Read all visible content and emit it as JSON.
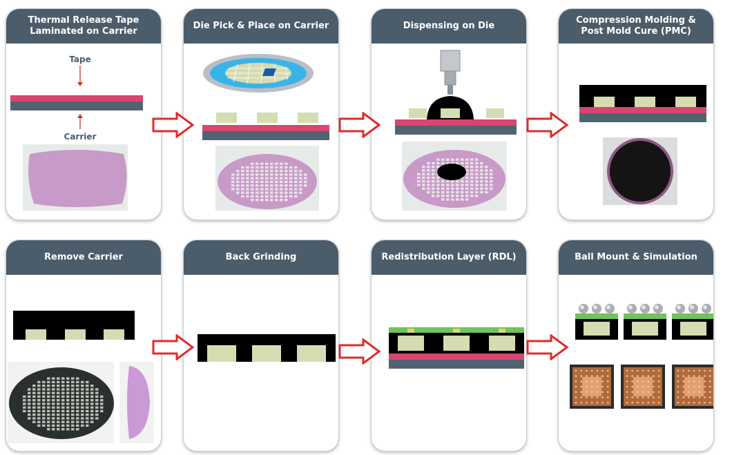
{
  "steps": [
    {
      "id": "thermal-release-tape",
      "title_lines": [
        "Thermal Release Tape",
        "Laminated on Carrier"
      ],
      "labels": {
        "tape": "Tape",
        "carrier": "Carrier"
      }
    },
    {
      "id": "die-pick-place",
      "title_lines": [
        "Die Pick & Place on Carrier"
      ]
    },
    {
      "id": "dispensing-on-die",
      "title_lines": [
        "Dispensing on Die"
      ]
    },
    {
      "id": "compression-molding",
      "title_lines": [
        "Compression Molding &",
        "Post Mold Cure (PMC)"
      ]
    },
    {
      "id": "remove-carrier",
      "title_lines": [
        "Remove Carrier"
      ]
    },
    {
      "id": "back-grinding",
      "title_lines": [
        "Back Grinding"
      ]
    },
    {
      "id": "redistribution-layer",
      "title_lines": [
        "Redistribution Layer (RDL)"
      ]
    },
    {
      "id": "ball-mount",
      "title_lines": [
        "Ball Mount & Simulation"
      ]
    }
  ],
  "colors": {
    "header": "#4b5c6b",
    "tape": "#d9456e",
    "carrier": "#4f6470",
    "die": "#d6dcb1",
    "mold": "#000000",
    "rdl": "#6fc45a",
    "arrow": "#e02a2a",
    "wafer_pink": "#c89ac8",
    "wafer_blue": "#39b4ea"
  }
}
